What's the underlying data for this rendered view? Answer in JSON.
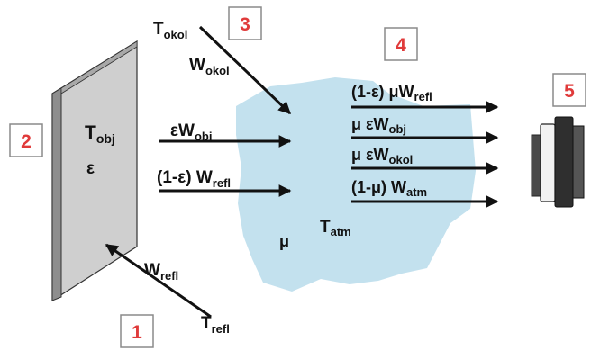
{
  "colors": {
    "atmosphere": "#b9dceb",
    "object_face": "#cfcfcf",
    "object_side": "#8e8e8e",
    "arrow": "#111111",
    "number_box_border": "#8a8a8a",
    "number_text": "#e03a3a"
  },
  "labels": {
    "tobj": {
      "main": "T",
      "sub": "obj"
    },
    "eps_obj": "ε",
    "tokol": {
      "main": "T",
      "sub": "okol"
    },
    "wokol": {
      "main": "W",
      "sub": "okol"
    },
    "eps_wobj": {
      "main": "εW",
      "sub": "obj"
    },
    "one_minus_eps_wrefl": {
      "main": "(1-ε) W",
      "sub": "refl"
    },
    "wrefl": {
      "main": "W",
      "sub": "refl"
    },
    "trefl": {
      "main": "T",
      "sub": "refl"
    },
    "mu": "μ",
    "tatm": {
      "main": "T",
      "sub": "atm"
    },
    "out_1": {
      "main": "(1-ε) μW",
      "sub": "refl"
    },
    "out_2": {
      "main": "μ εW",
      "sub": "obj"
    },
    "out_3": {
      "main": "μ εW",
      "sub": "okol"
    },
    "out_4": {
      "main": "(1-μ) W",
      "sub": "atm"
    }
  },
  "numbers": [
    "1",
    "2",
    "3",
    "4",
    "5"
  ],
  "icons": {
    "object": "object-plate-icon",
    "camera": "thermal-camera-icon"
  }
}
